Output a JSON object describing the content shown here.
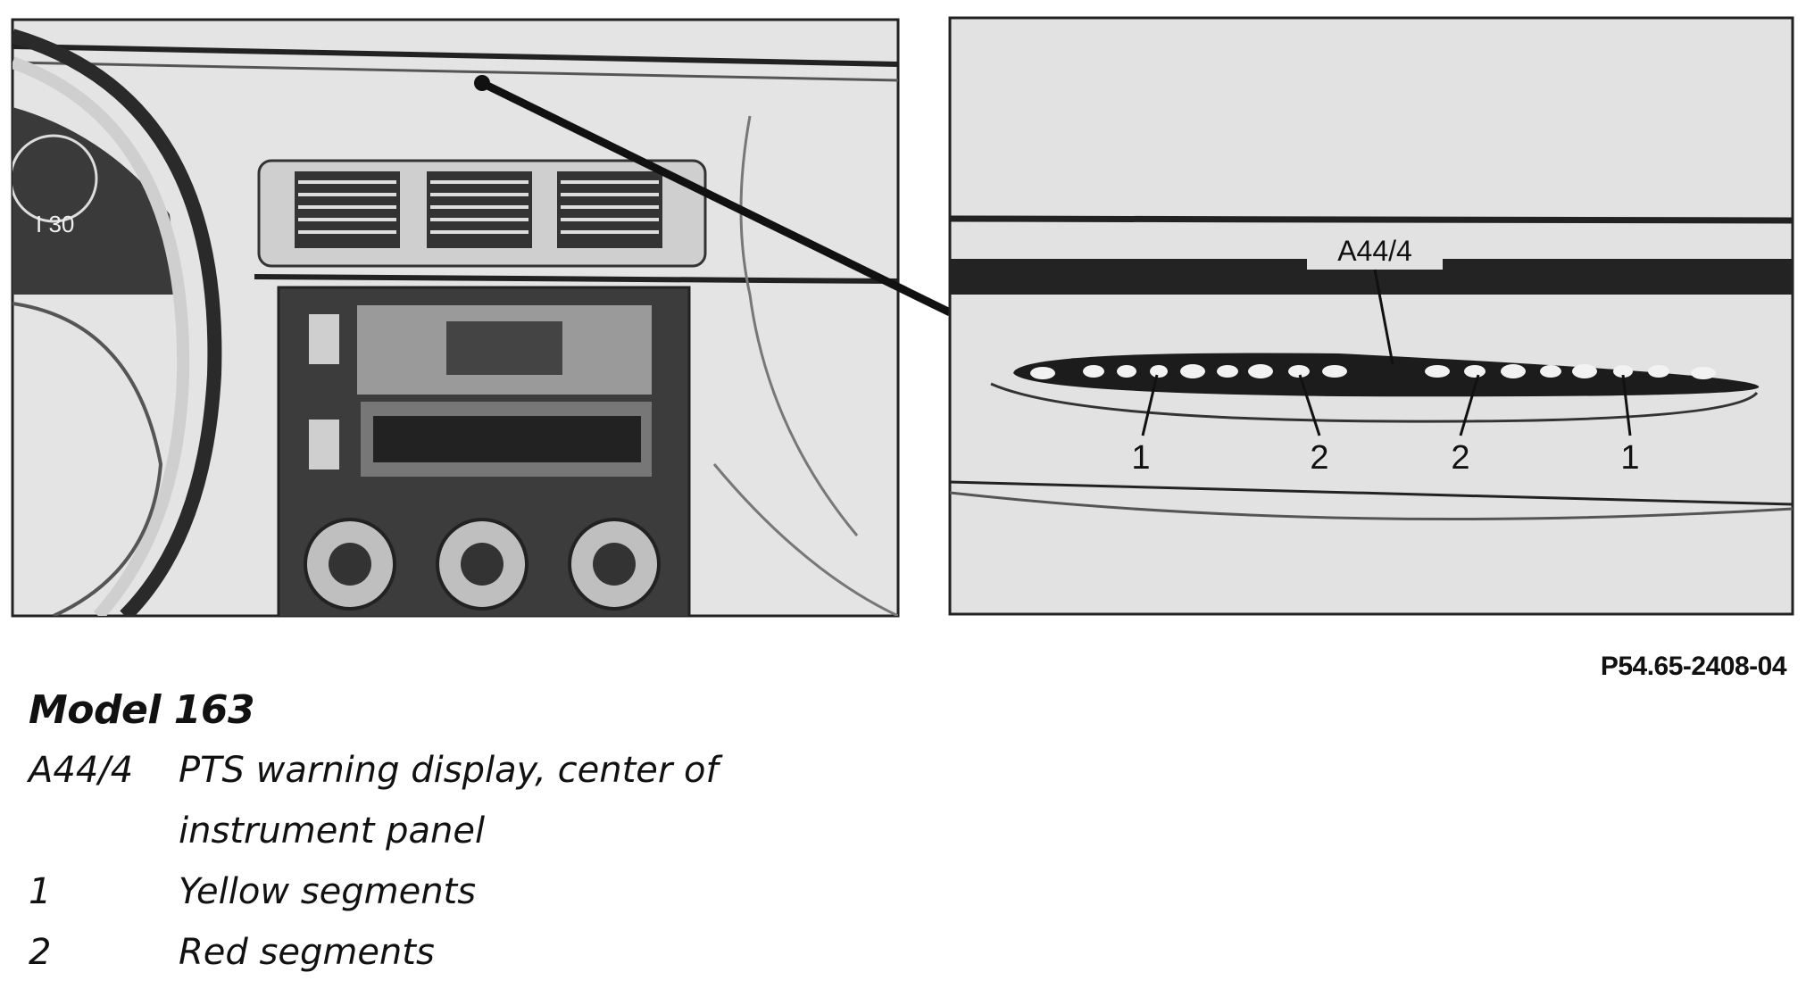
{
  "figure": {
    "callout_label": "A44/4",
    "segment_labels": [
      "1",
      "2",
      "2",
      "1"
    ],
    "reference_code": "P54.65-2408-04"
  },
  "caption": {
    "title": "Model 163",
    "legend": [
      {
        "key": "A44/4",
        "description": "PTS warning display, center of instrument panel"
      },
      {
        "key": "1",
        "description": "Yellow segments"
      },
      {
        "key": "2",
        "description": "Red segments"
      }
    ]
  }
}
